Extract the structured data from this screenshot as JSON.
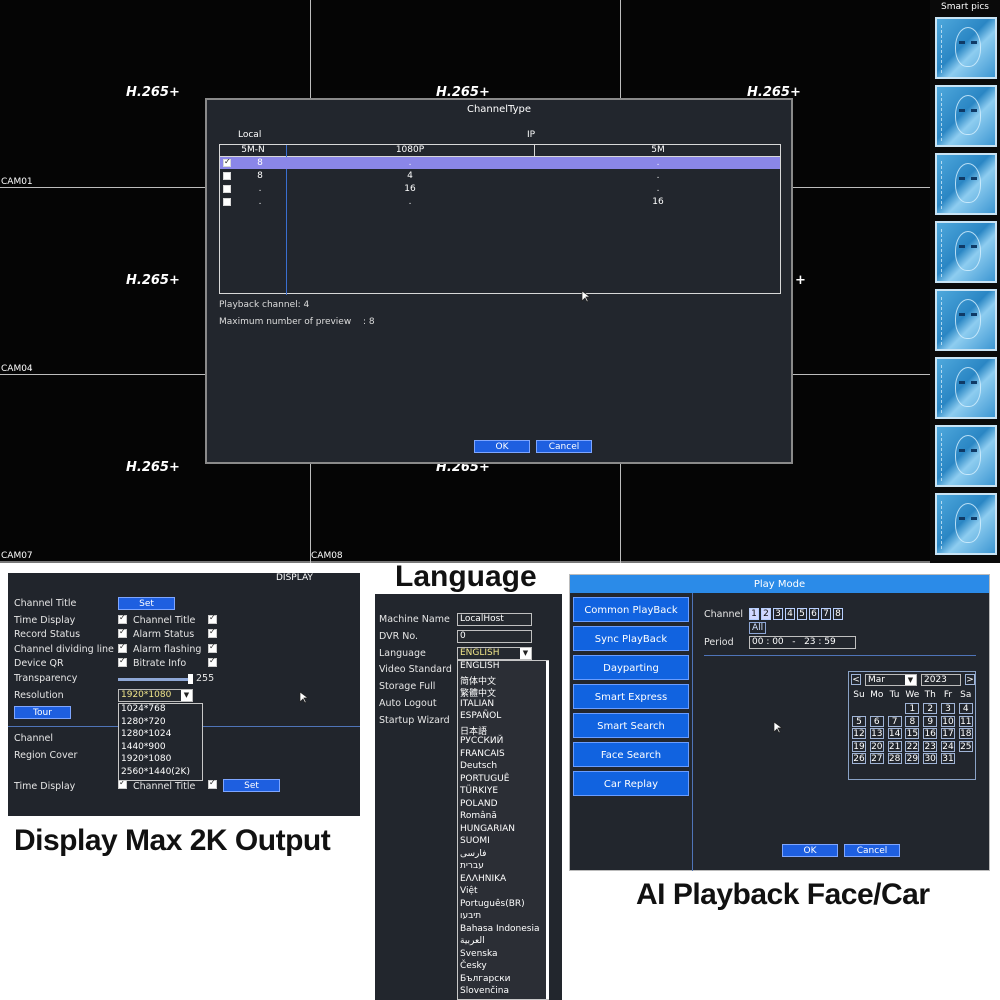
{
  "live_view": {
    "codec_label": "H.265+",
    "cameras": [
      "CAM01",
      "CAM04",
      "CAM07",
      "CAM08"
    ],
    "smart_pics_title": "Smart pics",
    "smart_pics_count": 8
  },
  "channel_type_dialog": {
    "title": "ChannelType",
    "group_local": "Local",
    "group_ip": "IP",
    "columns": [
      "5M-N",
      "1080P",
      "5M"
    ],
    "rows": [
      {
        "checked": true,
        "values": [
          "8",
          ".",
          "."
        ]
      },
      {
        "checked": false,
        "values": [
          "8",
          "4",
          "."
        ]
      },
      {
        "checked": false,
        "values": [
          ".",
          "16",
          "."
        ]
      },
      {
        "checked": false,
        "values": [
          ".",
          ".",
          "16"
        ]
      }
    ],
    "playback_channel": "Playback channel: 4",
    "max_preview_label": "Maximum number of preview",
    "max_preview_value": ": 8",
    "ok": "OK",
    "cancel": "Cancel"
  },
  "display_panel": {
    "title": "DISPLAY",
    "channel_title": "Channel Title",
    "set": "Set",
    "time_display": "Time Display",
    "record_status": "Record Status",
    "alarm_status": "Alarm Status",
    "channel_dividing_line": "Channel dividing line",
    "alarm_flashing": "Alarm flashing",
    "device_qr": "Device QR",
    "bitrate_info": "Bitrate Info",
    "transparency": "Transparency",
    "transparency_value": "255",
    "resolution": "Resolution",
    "resolution_value": "1920*1080",
    "tour": "Tour",
    "channel": "Channel",
    "region_cover": "Region Cover",
    "time_display_2": "Time Display",
    "channel_title_2": "Channel Title",
    "set_2": "Set",
    "resolution_options": [
      "1024*768",
      "1280*720",
      "1280*1024",
      "1440*900",
      "1920*1080",
      "2560*1440(2K)"
    ]
  },
  "language_panel": {
    "heading": "Language",
    "machine_name_label": "Machine Name",
    "machine_name_value": "LocalHost",
    "dvr_no_label": "DVR No.",
    "dvr_no_value": "0",
    "language_label": "Language",
    "language_value": "ENGLISH",
    "video_standard": "Video Standard",
    "storage_full": "Storage Full",
    "auto_logout": "Auto Logout",
    "startup_wizard": "Startup Wizard",
    "languages": [
      "ENGLISH",
      "简体中文",
      "繁體中文",
      "ITALIAN",
      "ESPAÑOL",
      "日本語",
      "РУССКИЙ",
      "FRANCAIS",
      "Deutsch",
      "PORTUGUÊ",
      "TÜRKIYE",
      "POLAND",
      "Română",
      "HUNGARIAN",
      "SUOMI",
      "فارسی",
      "עברית",
      "ΕΛΛΗΝΙΚΑ",
      "Việt",
      "Português(BR)",
      "תיבעו",
      "Bahasa Indonesia",
      "العربية",
      "Svenska",
      "Česky",
      "Български",
      "Slovenčina"
    ]
  },
  "play_mode": {
    "title": "Play Mode",
    "menu": [
      "Common PlayBack",
      "Sync PlayBack",
      "Dayparting",
      "Smart Express",
      "Smart Search",
      "Face Search",
      "Car Replay"
    ],
    "channel_label": "Channel",
    "channels": [
      "1",
      "2",
      "3",
      "4",
      "5",
      "6",
      "7",
      "8"
    ],
    "all_label": "All",
    "period_label": "Period",
    "period_value": "00 : 00   -   23 : 59",
    "month": "Mar",
    "year": "2023",
    "weekdays": [
      "Su",
      "Mo",
      "Tu",
      "We",
      "Th",
      "Fr",
      "Sa"
    ],
    "days": [
      "",
      "",
      "",
      "1",
      "2",
      "3",
      "4",
      "5",
      "6",
      "7",
      "8",
      "9",
      "10",
      "11",
      "12",
      "13",
      "14",
      "15",
      "16",
      "17",
      "18",
      "19",
      "20",
      "21",
      "22",
      "23",
      "24",
      "25",
      "26",
      "27",
      "28",
      "29",
      "30",
      "31"
    ],
    "prev": "<",
    "next": ">",
    "ok": "OK",
    "cancel": "Cancel"
  },
  "captions": {
    "display": "Display Max 2K Output",
    "playback": "AI Playback Face/Car"
  }
}
